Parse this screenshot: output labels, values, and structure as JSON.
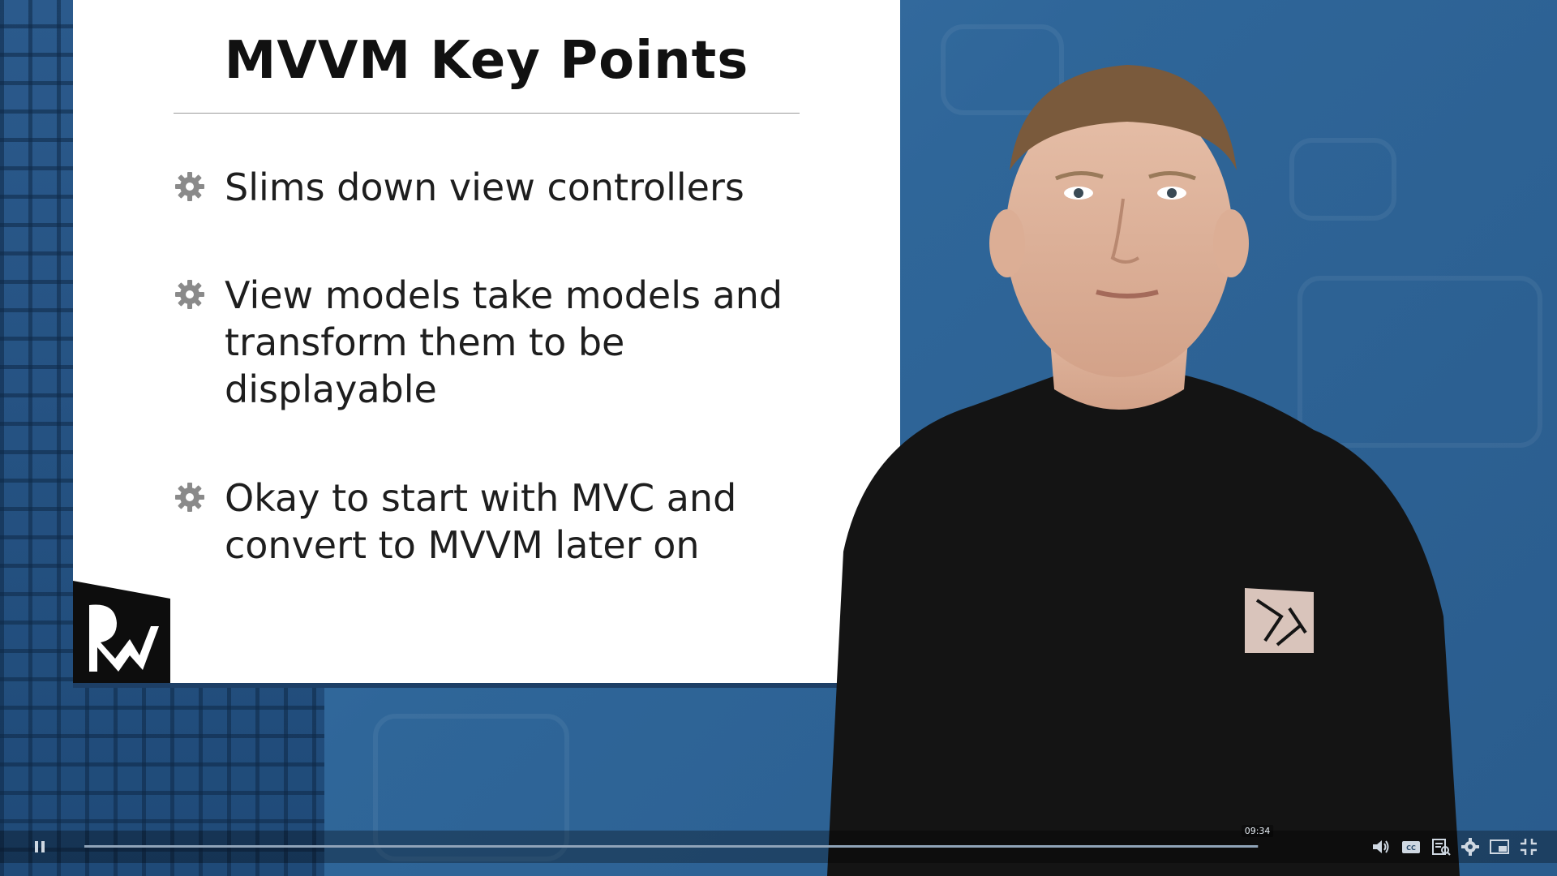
{
  "slide": {
    "title": "MVVM Key Points",
    "bullets": [
      {
        "text": "Slims down view controllers"
      },
      {
        "text": "View models take models and transform them to be displayable"
      },
      {
        "text": "Okay to start with MVC and convert to MVVM later on"
      }
    ],
    "logo_icon": "raywenderlich-logo-icon"
  },
  "player": {
    "time": "09:34",
    "progress": 0.999,
    "controls": [
      "pause-icon",
      "volume-icon",
      "captions-icon",
      "transcript-icon",
      "settings-icon",
      "picture-in-picture-icon",
      "exit-fullscreen-icon"
    ]
  },
  "colors": {
    "background": "#3f77ab",
    "slide": "#ffffff",
    "shirt": "#141414"
  }
}
